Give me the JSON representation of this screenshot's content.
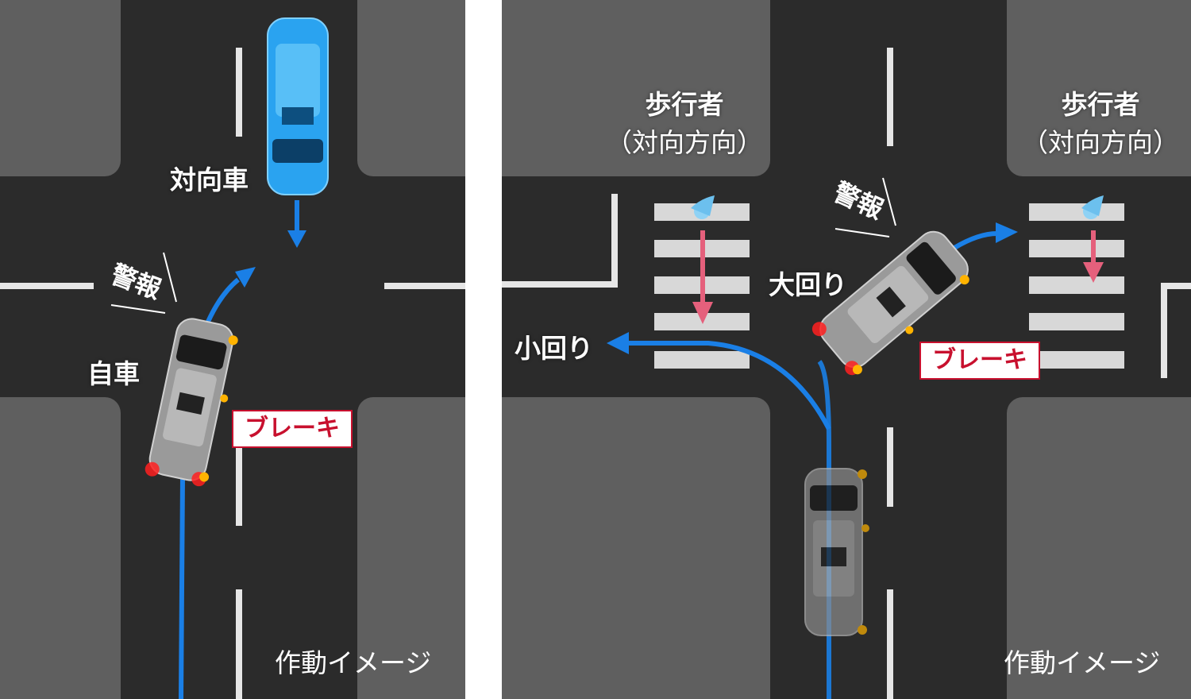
{
  "left": {
    "oncoming_label": "対向車",
    "warning_label": "警報",
    "own_car_label": "自車",
    "brake_label": "ブレーキ",
    "caption": "作動イメージ"
  },
  "right": {
    "pedestrian_left_line1": "歩行者",
    "pedestrian_left_line2": "（対向方向）",
    "pedestrian_right_line1": "歩行者",
    "pedestrian_right_line2": "（対向方向）",
    "warning_label": "警報",
    "wide_turn_label": "大回り",
    "tight_turn_label": "小回り",
    "brake_label": "ブレーキ",
    "caption": "作動イメージ"
  },
  "colors": {
    "road": "#2b2b2b",
    "block": "#5f5f5f",
    "lane_marking": "#e6e6e6",
    "path_blue": "#1a7fe6",
    "arrow_pink": "#e5607c",
    "brake_red": "#c8102e",
    "oncoming_car": "#2aa3f0"
  }
}
